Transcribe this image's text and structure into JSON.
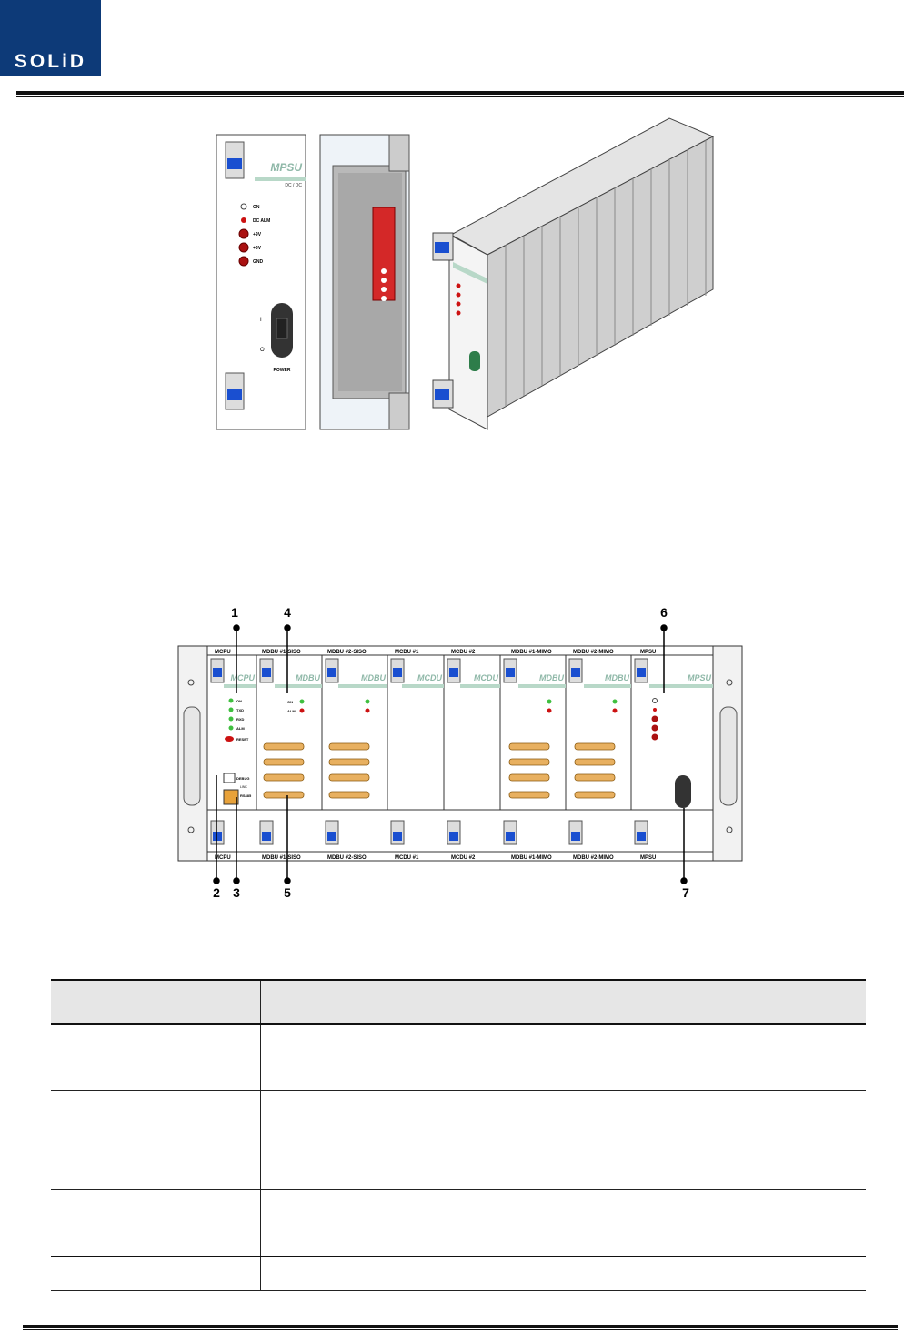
{
  "header": {
    "logo_text": "SOLiD"
  },
  "colors": {
    "brand": "#0d3a78",
    "module_stripe": "#b8d8c8",
    "led_green": "#3fbf3f",
    "led_red": "#cc1111",
    "latch_blue": "#1a4fd0"
  },
  "figure1": {
    "front": {
      "title": "MPSU",
      "sub": "DC / DC",
      "led_labels": [
        "ON",
        "DC ALM",
        "+9V",
        "+6V",
        "GND"
      ],
      "switch_on": "I",
      "switch_off": "O",
      "power": "POWER"
    }
  },
  "figure2": {
    "callouts": [
      "1",
      "4",
      "6",
      "2",
      "3",
      "5",
      "7"
    ],
    "top_slots": [
      "MCPU",
      "MDBU #1-SISO",
      "MDBU #2-SISO",
      "MCDU #1",
      "MCDU #2",
      "MDBU #1-MIMO",
      "MDBU #2-MIMO",
      "MPSU"
    ],
    "bottom_slots": [
      "MCPU",
      "MDBU #1-SISO",
      "MDBU #2-SISO",
      "MCDU #1",
      "MCDU #2",
      "MDBU #1-MIMO",
      "MDBU #2-MIMO",
      "MPSU"
    ],
    "module_titles": [
      "MCPU",
      "MDBU",
      "MDBU",
      "MCDU",
      "MCDU",
      "MDBU",
      "MDBU",
      "MPSU"
    ],
    "mcpu_leds": [
      "ON",
      "TXD",
      "RXD",
      "ALM",
      "RESET"
    ],
    "mcpu_ports": [
      "DEBUG",
      "LINK",
      "RS485"
    ],
    "mdbu_leds": [
      "ON",
      "ALM"
    ]
  },
  "table": {
    "rows": 5
  }
}
